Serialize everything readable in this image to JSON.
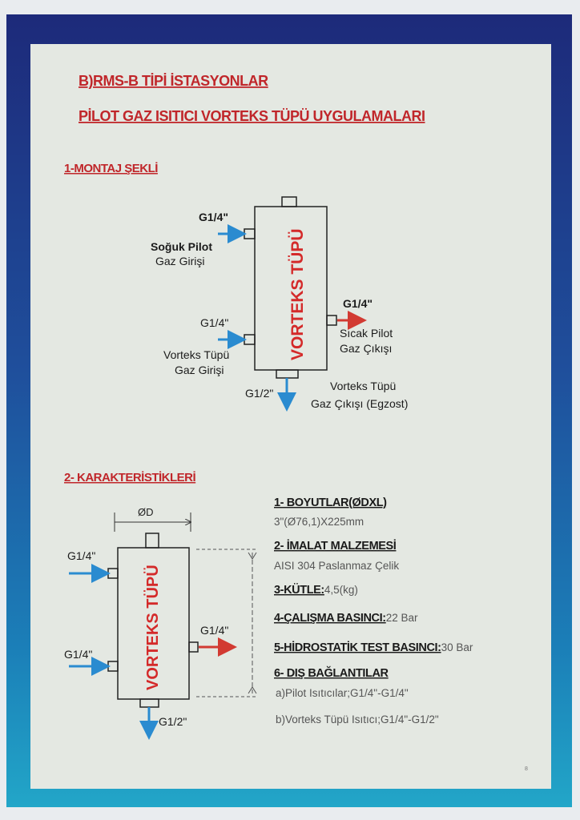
{
  "title_line1": "B)RMS-B TİPİ İSTASYONLAR",
  "title_line2": "PİLOT GAZ ISITICI VORTEKS TÜPÜ UYGULAMALARI",
  "section1": {
    "heading": "1-MONTAJ ŞEKLİ",
    "tube_label": "VORTEKS TÜPÜ",
    "ports": {
      "cold_inlet_size": "G1/4\"",
      "cold_inlet_line1": "Soğuk Pilot",
      "cold_inlet_line2": "Gaz Girişi",
      "vortex_inlet_size": "G1/4\"",
      "vortex_inlet_line1": "Vorteks Tüpü",
      "vortex_inlet_line2": "Gaz Girişi",
      "hot_outlet_size": "G1/4\"",
      "hot_outlet_line1": "Sıcak Pilot",
      "hot_outlet_line2": "Gaz Çıkışı",
      "exhaust_size": "G1/2\"",
      "exhaust_line1": "Vorteks Tüpü",
      "exhaust_line2": "Gaz Çıkışı (Egzost)"
    }
  },
  "section2": {
    "heading": "2- KARAKTERİSTİKLERİ",
    "tube_label": "VORTEKS TÜPÜ",
    "diameter_label": "ØD",
    "port_top_left": "G1/4\"",
    "port_bottom_left": "G1/4\"",
    "port_right": "G1/4\"",
    "port_bottom": "G1/2\"",
    "specs": [
      {
        "heading": "1- BOYUTLAR(ØDXL)",
        "value": "3\"(Ø76,1)X225mm"
      },
      {
        "heading": "2- İMALAT MALZEMESİ",
        "value": "AISI 304 Paslanmaz Çelik"
      },
      {
        "heading": "3-KÜTLE:",
        "value": "4,5(kg)"
      },
      {
        "heading": "4-ÇALIŞMA BASINCI:",
        "value": "22 Bar"
      },
      {
        "heading": "5-HİDROSTATİK TEST BASINCI:",
        "value": "30 Bar"
      },
      {
        "heading": "6- DIŞ BAĞLANTILAR",
        "value": ""
      }
    ],
    "connections": [
      "a)Pilot Isıtıcılar;G1/4\"-G1/4\"",
      "b)Vorteks Tüpü Isıtıcı;G1/4\"-G1/2\""
    ]
  },
  "page_number": "8",
  "colors": {
    "heading": "#c0262a",
    "inlet_arrow": "#2a8bd0",
    "outlet_arrow": "#d23a32",
    "frame": "#1d2a7a"
  }
}
